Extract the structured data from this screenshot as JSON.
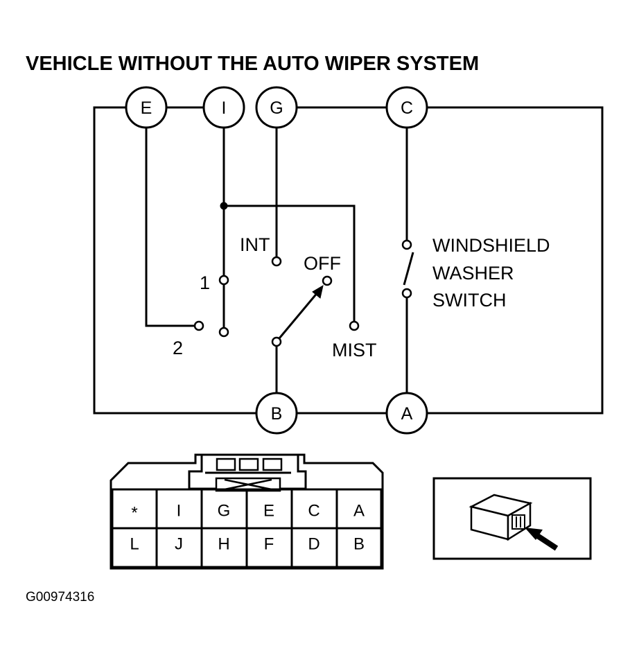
{
  "title": "VEHICLE WITHOUT THE  AUTO WIPER SYSTEM",
  "terminals": {
    "E": "E",
    "I": "I",
    "G": "G",
    "C": "C",
    "B": "B",
    "A": "A"
  },
  "switch_labels": {
    "int": "INT",
    "off": "OFF",
    "mist": "MIST",
    "pos1": "1",
    "pos2": "2"
  },
  "washer_switch": [
    "WINDSHIELD",
    "WASHER",
    "SWITCH"
  ],
  "connector": {
    "row1": [
      "*",
      "I",
      "G",
      "E",
      "C",
      "A"
    ],
    "row2": [
      "L",
      "J",
      "H",
      "F",
      "D",
      "B"
    ]
  },
  "figure_id": "G00974316"
}
